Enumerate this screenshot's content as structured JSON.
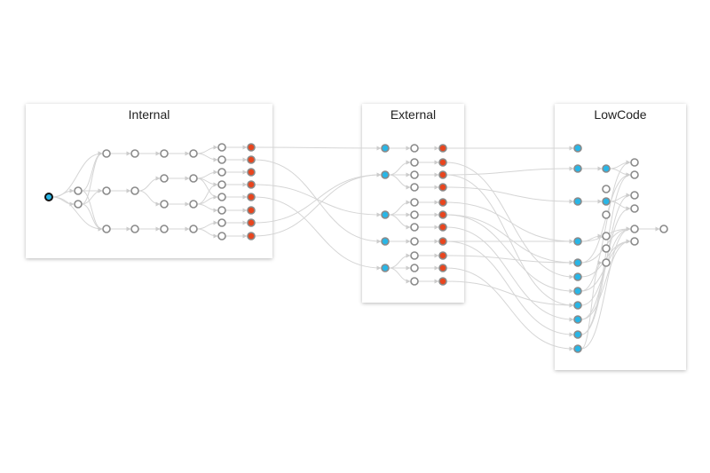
{
  "panels": [
    {
      "id": "internal",
      "title": "Internal"
    },
    {
      "id": "external",
      "title": "External"
    },
    {
      "id": "lowcode",
      "title": "LowCode"
    }
  ],
  "colors": {
    "edge": "#d5d5d5",
    "node_stroke": "#8a8a8a",
    "node_plain_fill": "#ffffff",
    "node_entry_fill": "#29b6e6",
    "node_output_fill": "#e8451e",
    "node_root_stroke": "#111111"
  },
  "node_kinds": [
    "root",
    "plain",
    "entry",
    "output"
  ]
}
